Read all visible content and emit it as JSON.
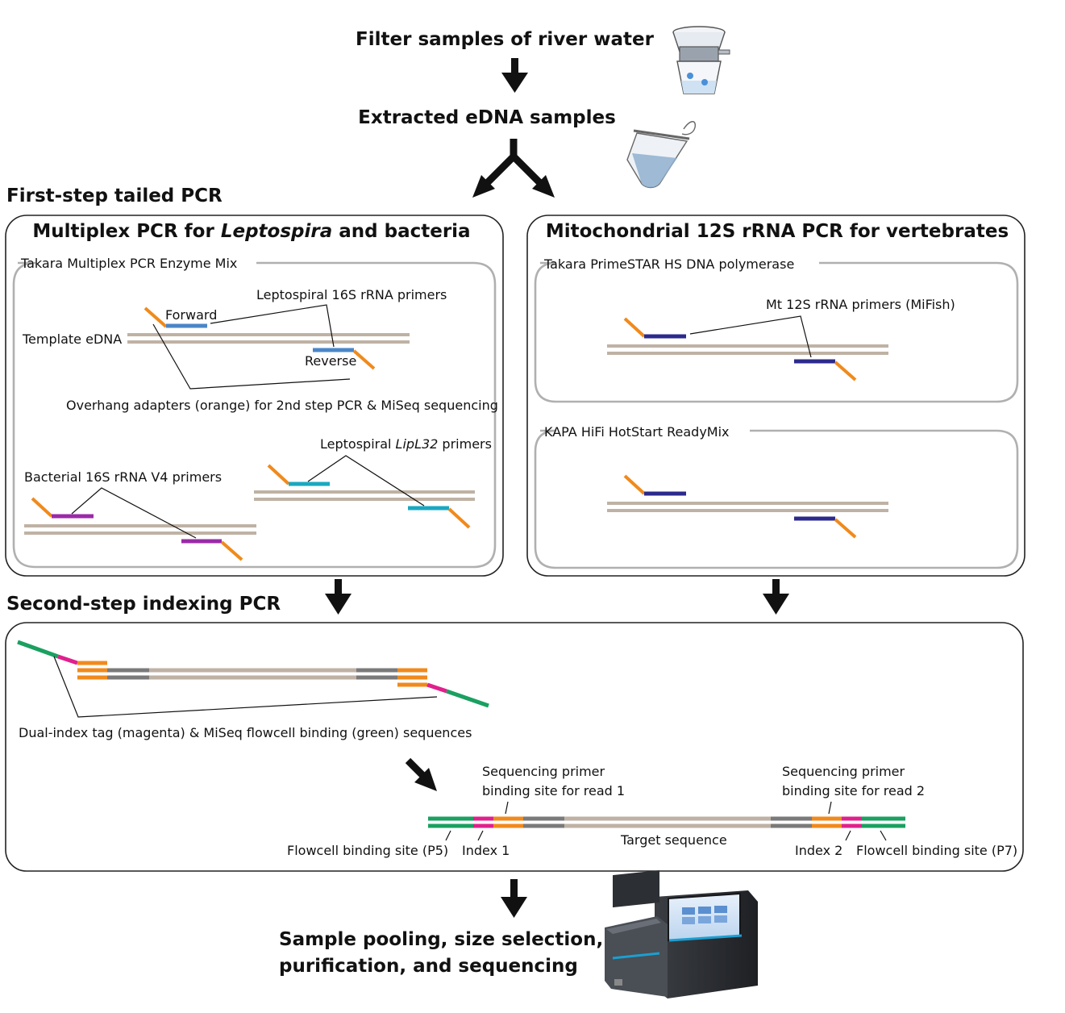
{
  "flow": {
    "filter_step": "Filter samples of river water",
    "extract_step": "Extracted eDNA samples",
    "final_step_line1": "Sample pooling, size selection,",
    "final_step_line2": "purification, and sequencing"
  },
  "first_step": {
    "heading": "First-step tailed PCR",
    "multiplex": {
      "title_prefix": "Multiplex PCR for ",
      "title_italic": "Leptospira",
      "title_suffix": " and bacteria",
      "enzyme": "Takara Multiplex PCR Enzyme Mix",
      "template_label": "Template eDNA",
      "lepto16s_label": "Leptospiral 16S rRNA primers",
      "forward_label": "Forward",
      "reverse_label": "Reverse",
      "overhang_label": "Overhang adapters (orange) for 2nd step PCR & MiSeq sequencing",
      "lipl32_prefix": "Leptospiral ",
      "lipl32_italic": "LipL32",
      "lipl32_suffix": " primers",
      "bact16s_label": "Bacterial 16S rRNA V4 primers"
    },
    "mito": {
      "title": "Mitochondrial 12S rRNA PCR for vertebrates",
      "enzyme1": "Takara PrimeSTAR HS DNA polymerase",
      "mifish_label": "Mt 12S rRNA primers (MiFish)",
      "enzyme2": "KAPA HiFi HotStart ReadyMix"
    }
  },
  "second_step": {
    "heading": "Second-step indexing PCR",
    "dual_index_label": "Dual-index tag (magenta) & MiSeq flowcell binding (green) sequences",
    "seq_primer1_line1": "Sequencing primer",
    "seq_primer1_line2": "binding site for read 1",
    "seq_primer2_line1": "Sequencing primer",
    "seq_primer2_line2": "binding site for read 2",
    "p5_label": "Flowcell binding site (P5)",
    "index1_label": "Index 1",
    "target_label": "Target sequence",
    "index2_label": "Index 2",
    "p7_label": "Flowcell binding site (P7)"
  },
  "colors": {
    "adapter": "#f08a1c",
    "lepto16s_primer": "#4a86c8",
    "bact_primer": "#9a2aa8",
    "lipl32_primer": "#1aa8c0",
    "mifish_primer": "#2b2a8c",
    "index_tag": "#e0208c",
    "flowcell": "#1aa060",
    "template": "#bfb2a4",
    "seq_site": "#7a7a7a"
  }
}
